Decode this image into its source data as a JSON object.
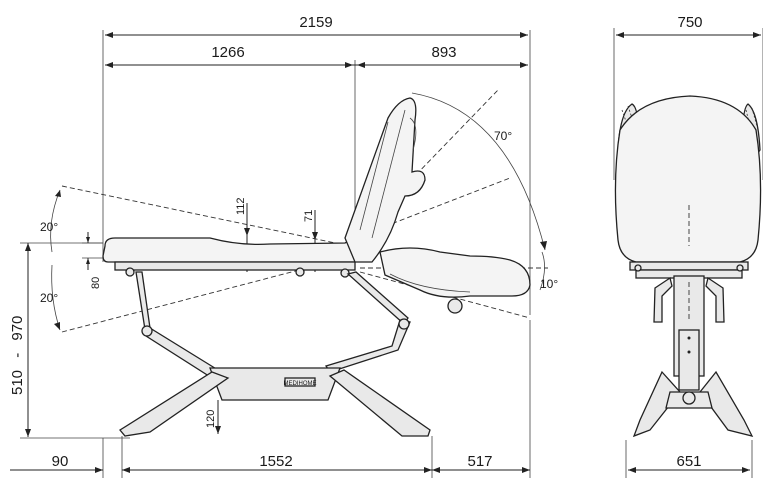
{
  "dimensions": {
    "total_length": "2159",
    "seat_length": "1266",
    "back_length": "893",
    "chair_width": "750",
    "base_width": "651",
    "height_range_min": "510",
    "height_range_sep": "-",
    "height_range_max": "970",
    "rear_overhang": "90",
    "base_length": "1552",
    "front_overhang": "517",
    "seat_offset_112": "112",
    "seat_offset_71": "71",
    "seat_offset_80": "80",
    "base_clearance": "120"
  },
  "angles": {
    "back_tilt": "70°",
    "seat_tilt_up": "20°",
    "seat_tilt_down": "20°",
    "leg_tilt": "10°"
  },
  "brand_plate": "MEDIHOME"
}
